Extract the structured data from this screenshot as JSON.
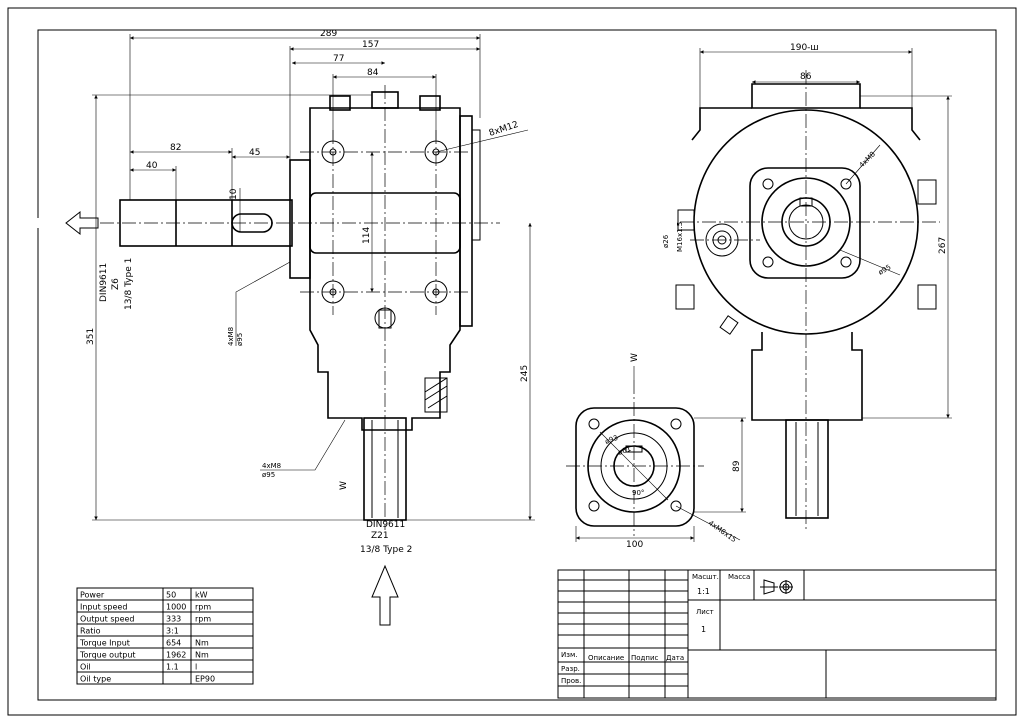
{
  "dims": {
    "d289": "289",
    "d157": "157",
    "d77": "77",
    "d84": "84",
    "d82": "82",
    "d40": "40",
    "d45": "45",
    "d10": "10",
    "d114": "114",
    "d351": "351",
    "d245": "245",
    "d190": "190-ш",
    "d86": "86",
    "d267": "267",
    "d89": "89",
    "d100": "100",
    "d_phi26": "ø26",
    "d_m16": "M16x1.5",
    "d_phi95": "ø95",
    "d_phi95b": "ø95",
    "d_phi93": "ø93",
    "d_phi61": "ø61",
    "d_90": "90°"
  },
  "callouts": {
    "bolt_top": "8xM12",
    "bolt_side": "4xM8",
    "bolt_side_dia": "ø95",
    "bolt_low": "4xM8",
    "bolt_low_dia": "ø95",
    "bolt_right": "4xM8",
    "bolt_bottom": "4xM8x15"
  },
  "shaft_labels": {
    "input_din": "DIN9611",
    "input_z": "Z6",
    "input_type": "13/8 Type 1",
    "output_din": "DIN9611",
    "output_z": "Z21",
    "output_type": "13/8 Type 2",
    "view_mark": "W"
  },
  "spec_table": {
    "rows": [
      {
        "label": "Power",
        "value": "50",
        "unit": "kW"
      },
      {
        "label": "Input speed",
        "value": "1000",
        "unit": "rpm"
      },
      {
        "label": "Output speed",
        "value": "333",
        "unit": "rpm"
      },
      {
        "label": "Ratio",
        "value": "3:1",
        "unit": ""
      },
      {
        "label": "Torque Input",
        "value": "654",
        "unit": "Nm"
      },
      {
        "label": "Torque output",
        "value": "1962",
        "unit": "Nm"
      },
      {
        "label": "Oil",
        "value": "1.1",
        "unit": "l"
      },
      {
        "label": "Oil type",
        "value": "",
        "unit": "EP90"
      }
    ]
  },
  "title_block": {
    "scale_label": "Масшт.",
    "scale_value": "1:1",
    "mass_label": "Масса",
    "sheet_label": "Лист",
    "sheet_value": "1",
    "col_izm": "Изм.",
    "col_desc": "Описание",
    "col_sign": "Подпис",
    "col_date": "Дата",
    "row_razr": "Разр.",
    "row_prov": "Пров."
  }
}
